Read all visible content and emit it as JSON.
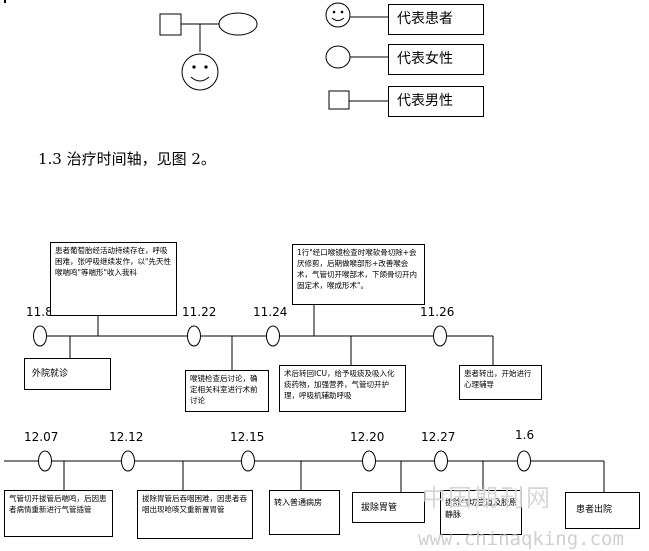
{
  "legend": {
    "patient": "代表患者",
    "female": "代表女性",
    "male": "代表男性"
  },
  "heading": "1.3 治疗时间轴，见图 2。",
  "timeline1": {
    "dates": [
      "11.8",
      "11.22",
      "11.24",
      "11.26"
    ],
    "above_notes": [
      "患者葡萄胎经活动持续存在，呼吸困难，张呼吸继续发作，以\"先天性喉喘鸣\"等喘形\"收入我科",
      "1行\"经口喉镜检查时喉软骨切除+会厌修剪，后期做喉部形+改善喉会术，气管切开喉部术，下颌骨切开内固定术，喉成形术\"。"
    ],
    "below_notes": [
      "外院就诊",
      "喉镜检查后讨论，确定相关科室进行术前讨论",
      "术后转回ICU，给予吸痰及吸入化痰药物，加强营养，气管切开护理，呼吸机辅助呼吸",
      "患者转出，开始进行心理辅导"
    ]
  },
  "timeline2": {
    "dates": [
      "12.07",
      "12.12",
      "12.15",
      "12.20",
      "12.27",
      "1.6"
    ],
    "below_notes": [
      "气管切开拔管后喘鸣，后因患者病情重新进行气管插管",
      "拔除胃管后吞咽困难，因患者吞咽出现呛咳又重新置胃管",
      "转入普通病房",
      "拔除胃管",
      "拔除气切管道及胶原静脉",
      "患者出院"
    ]
  },
  "watermark": {
    "text": "中国期刊网",
    "url": "www.chinaqking.com"
  }
}
